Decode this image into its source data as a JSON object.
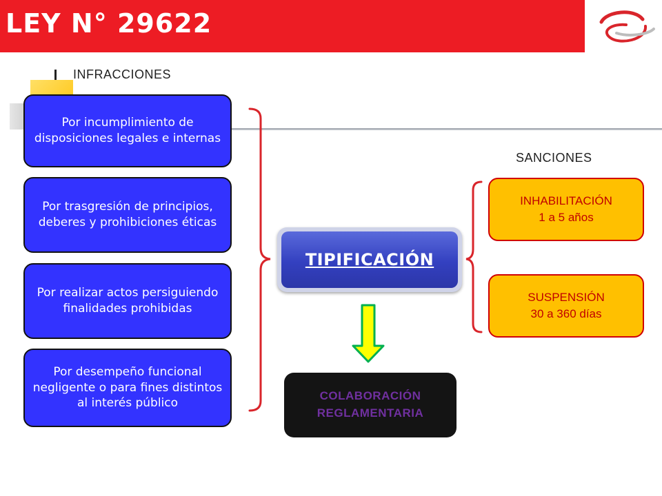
{
  "header": {
    "title": "LEY N° 29622",
    "background_color": "#ed1c24",
    "logo_icon": "swirl-logo-icon"
  },
  "infracciones": {
    "label": "INFRACCIONES",
    "items": [
      {
        "text": "Por incumplimiento de disposiciones legales e internas"
      },
      {
        "text": "Por trasgresión de principios, deberes y prohibiciones éticas"
      },
      {
        "text": "Por realizar actos persiguiendo finalidades prohibidas"
      },
      {
        "text": "Por desempeño funcional negligente o para fines distintos al interés público"
      }
    ],
    "box_color": "#3333ff"
  },
  "tipificacion": {
    "label": "TIPIFICACIÓN"
  },
  "sanciones": {
    "label": "SANCIONES",
    "items": [
      {
        "title": "INHABILITACIÓN",
        "detail": "1 a 5 años"
      },
      {
        "title": "SUSPENSIÓN",
        "detail": "30 a 360 días"
      }
    ],
    "box_color": "#ffc000"
  },
  "colaboracion": {
    "line1": "COLABORACIÓN",
    "line2": "REGLAMENTARIA"
  },
  "connector_color": "#d9252b",
  "arrow": {
    "icon": "down-arrow-icon",
    "fill": "#ffff00",
    "stroke": "#00b050"
  }
}
